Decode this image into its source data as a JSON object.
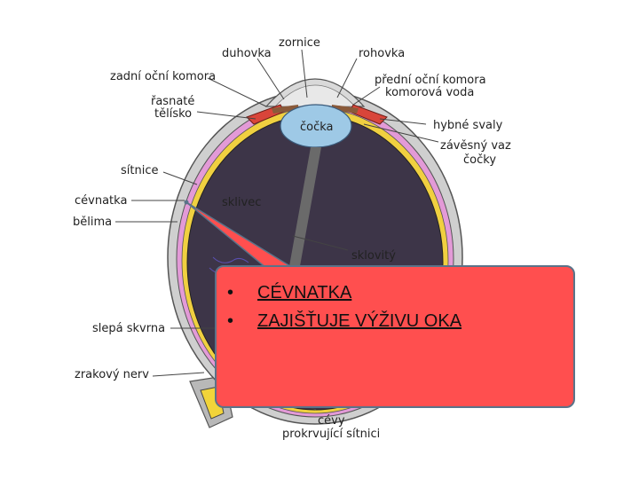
{
  "labels": {
    "zornice": "zornice",
    "duhovka": "duhovka",
    "rohovka": "rohovka",
    "zadni_ocni_komora": "zadní oční komora",
    "predni_ocni_komora": "přední oční komora",
    "komorova_voda": "komorová voda",
    "rasnate": "řasnaté",
    "telisko": "tělísko",
    "cocka": "čočka",
    "hybne_svaly": "hybné svaly",
    "zavesny_vaz": "závěsný vaz",
    "cocky": "čočky",
    "sitnice": "sítnice",
    "cevnatka": "cévnatka",
    "sklivec": "sklivec",
    "belima": "bělima",
    "sklovity": "sklovitý",
    "slepa_skvrna": "slepá skvrna",
    "zrakovy_nerv": "zrakový nerv",
    "cevy": "cévy",
    "prokrvujici_sitnici": "prokrvující sítnici"
  },
  "callout": {
    "items": [
      "CÉVNATKA",
      "ZAJIŠŤUJE VÝŽIVU OKA"
    ]
  },
  "colors": {
    "vitreous": "#3d3548",
    "sclera": "#cfcfcf",
    "choroid_stripe": "#e39ad7",
    "lens": "#9ec9e6",
    "muscle": "#d9453a",
    "callout_fill": "#ff4f4f",
    "callout_border": "#5a7389"
  }
}
